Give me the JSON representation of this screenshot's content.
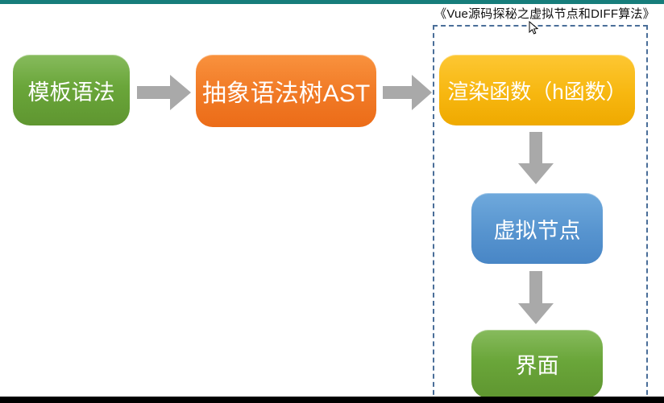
{
  "window": {
    "top_bar_color": "#167d7b",
    "bottom_bar_color": "#000000"
  },
  "annotation": {
    "title": "《Vue源码探秘之虚拟节点和DIFF算法》",
    "group_border_color": "#4a6e99"
  },
  "flowchart": {
    "nodes": [
      {
        "id": "template-syntax",
        "label": "模板语法",
        "color": "#6aa63a"
      },
      {
        "id": "ast",
        "label": "抽象语法树AST",
        "color": "#f17b27"
      },
      {
        "id": "render-function",
        "label": "渲染函数（h函数）",
        "color": "#f7b710"
      },
      {
        "id": "virtual-node",
        "label": "虚拟节点",
        "color": "#5794cf"
      },
      {
        "id": "ui",
        "label": "界面",
        "color": "#6aa63a"
      }
    ],
    "edges": [
      {
        "from": "template-syntax",
        "to": "ast",
        "direction": "right"
      },
      {
        "from": "ast",
        "to": "render-function",
        "direction": "right"
      },
      {
        "from": "render-function",
        "to": "virtual-node",
        "direction": "down"
      },
      {
        "from": "virtual-node",
        "to": "ui",
        "direction": "down"
      }
    ],
    "arrow_color": "#a9a9a9"
  }
}
